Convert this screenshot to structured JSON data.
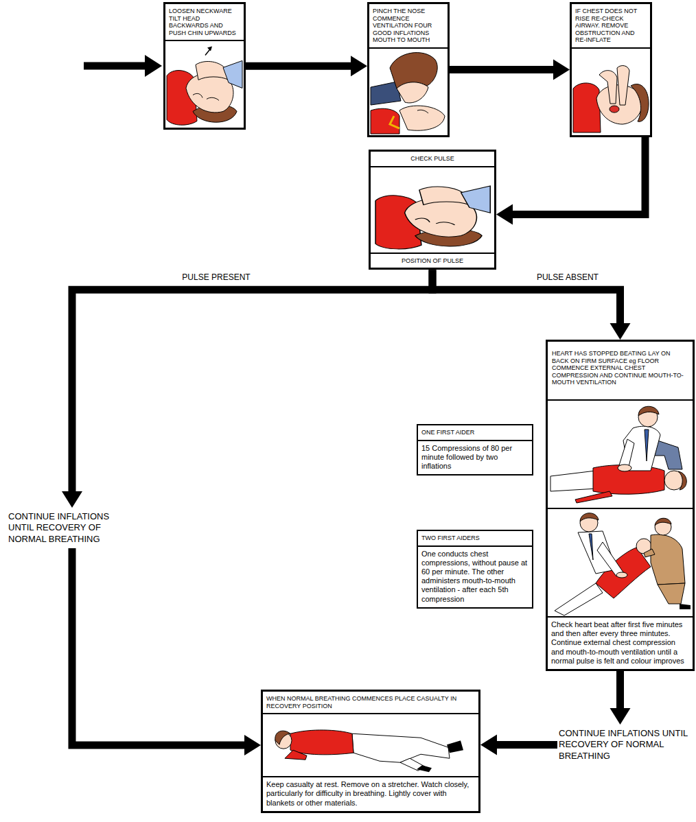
{
  "diagram": {
    "nodes": [
      {
        "text": [
          "LOOSEN NECKWARE TILT HEAD BACKWARDS AND PUSH CHIN UPWARDS"
        ]
      },
      {
        "text": [
          "PINCH THE NOSE COMMENCE VENTILATION FOUR GOOD INFLATIONS MOUTH TO MOUTH"
        ]
      },
      {
        "text": [
          "IF CHEST DOES NOT RISE RE-CHECK AIRWAY. REMOVE OBSTRUCTION AND RE-INFLATE"
        ]
      },
      {
        "text": [
          "CHECK PULSE",
          "POSITION OF PULSE"
        ]
      },
      {
        "text": [
          "CONTINUE INFLATIONS UNTIL RECOVERY OF NORMAL BREATHING"
        ]
      },
      {
        "text": [
          "HEART HAS STOPPED BEATING LAY ON BACK ON FIRM SURFACE eg FLOOR COMMENCE EXTERNAL CHEST COMPRESSION AND CONTINUE MOUTH-TO-MOUTH VENTILATION",
          "Check heart beat after first five minutes and then after every three mintutes. Continue external chest compression and mouth-to-mouth ventilation until a normal pulse is felt and colour improves"
        ]
      },
      {
        "text": [
          "ONE FIRST AIDER",
          "15 Compressions of 80 per minute followed by two inflations"
        ]
      },
      {
        "text": [
          "TWO FIRST AIDERS",
          "One conducts chest compressions, without pause at 60 per minute. The other administers mouth-to-mouth ventilation - after each 5th compression"
        ]
      },
      {
        "text": [
          "CONTINUE INFLATIONS UNTIL RECOVERY OF NORMAL BREATHING"
        ]
      },
      {
        "text": [
          "WHEN NORMAL BREATHING COMMENCES PLACE CASUALTY IN RECOVERY POSITION",
          "Keep casualty at rest. Remove on a stretcher. Watch closely, particularly for difficulty in breathing. Lightly cover with blankets or other materials."
        ]
      }
    ],
    "edges": [
      {
        "from": 0,
        "to": 1,
        "arrow": "to"
      },
      {
        "from": 1,
        "to": 2,
        "arrow": "to"
      },
      {
        "from": 2,
        "to": 3,
        "arrow": "to"
      },
      {
        "from": 3,
        "to": 4,
        "label": "PULSE PRESENT",
        "arrow": "to"
      },
      {
        "from": 3,
        "to": 5,
        "label": "PULSE ABSENT",
        "arrow": "to"
      },
      {
        "from": 4,
        "to": 9,
        "arrow": "to"
      },
      {
        "from": 5,
        "to": 8,
        "arrow": "to"
      },
      {
        "from": 8,
        "to": 9,
        "arrow": "to"
      }
    ]
  }
}
